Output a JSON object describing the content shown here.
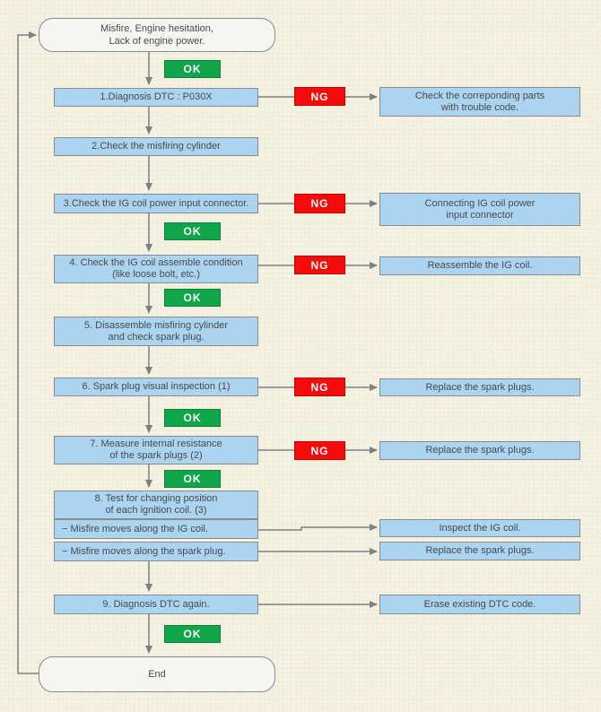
{
  "diagram": {
    "title_semantic": "Engine misfire diagnostic flowchart",
    "labels": {
      "ok": "OK",
      "ng": "NG"
    },
    "nodes": {
      "start": "Misfire, Engine hesitation,\nLack of engine power.",
      "step1": "1.Diagnosis DTC : P030X",
      "step2": "2.Check the misfiring cylinder",
      "step3": "3.Check the IG coil power input connector.",
      "step4": "4. Check the IG coil assemble condition\n(like loose bolt, etc.)",
      "step5": "5. Disassemble misfiring cylinder\nand check spark plug.",
      "step6": "6. Spark plug visual inspection (1)",
      "step7": "7. Measure internal resistance\nof the spark plugs (2)",
      "step8": "8. Test for changing position\nof each ignition coil. (3)",
      "step8a": "− Misfire moves along the IG coil.",
      "step8b": "− Misfire moves along the spark plug.",
      "step9": "9. Diagnosis DTC again.",
      "end": "End"
    },
    "results": {
      "r1": "Check the correponding parts\nwith trouble code.",
      "r2": "Connecting IG coil power\ninput connector",
      "r3": "Reassemble the IG coil.",
      "r4": "Replace the spark plugs.",
      "r5": "Replace the spark plugs.",
      "r6": "Inspect the IG coil.",
      "r7": "Replace the spark plugs.",
      "r8": "Erase existing DTC code."
    },
    "colors": {
      "process_fill": "#abd4f1",
      "ok_green": "#0fa54a",
      "ng_red": "#f60b0b",
      "background": "#f1eedd",
      "connector": "#7f7f7f"
    }
  }
}
